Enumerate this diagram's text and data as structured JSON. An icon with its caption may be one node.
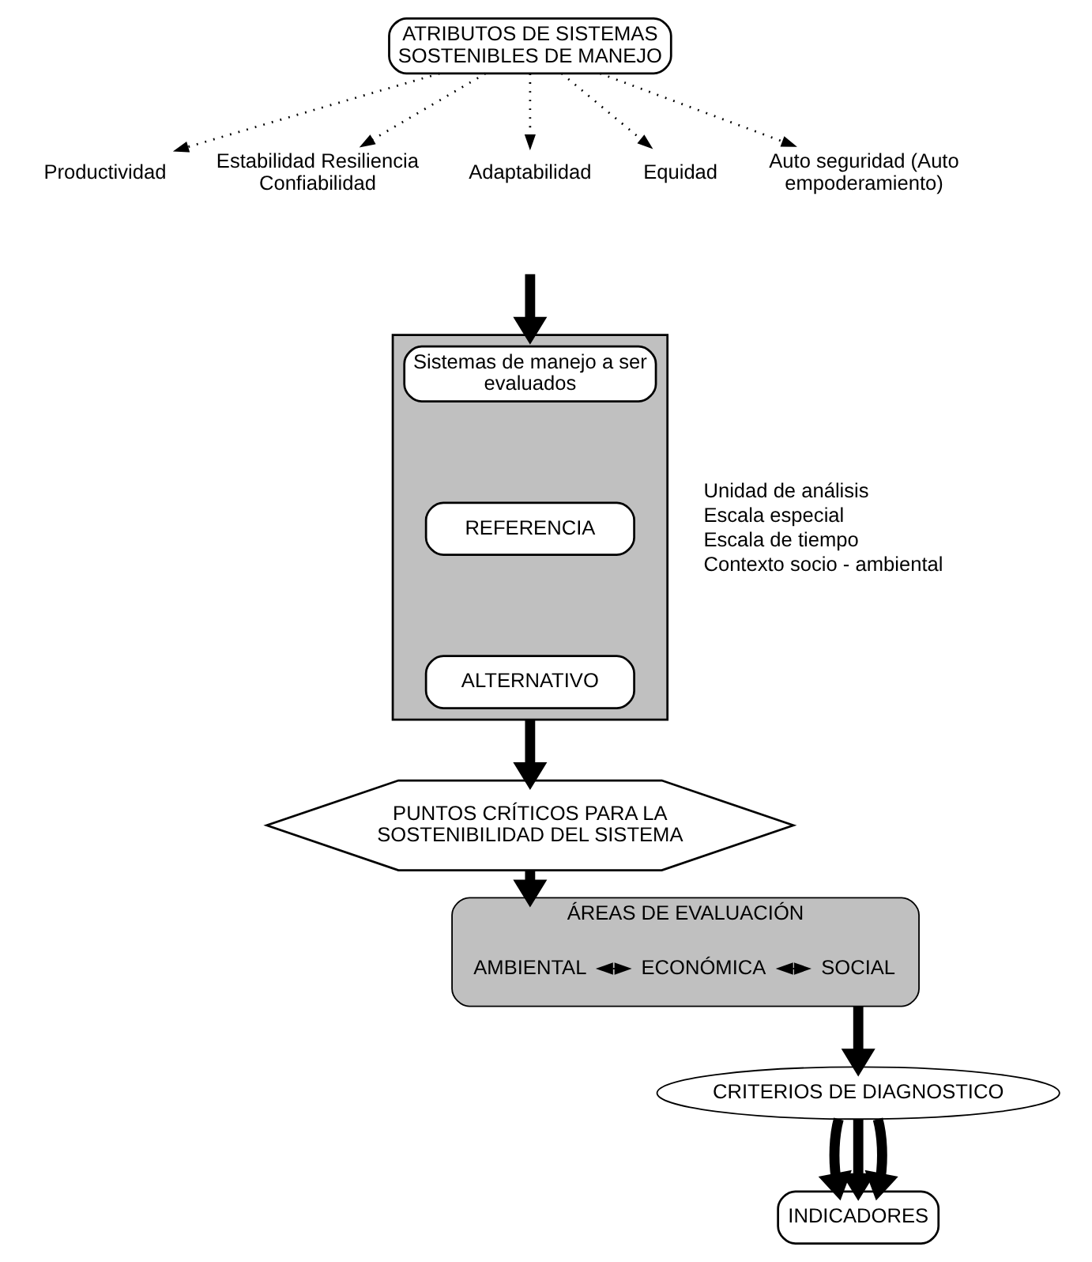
{
  "diagram": {
    "nodes": [
      {
        "text": [
          "ATRIBUTOS DE SISTEMAS SOSTENIBLES DE MANEJO"
        ]
      },
      {
        "text": [
          "Productividad"
        ]
      },
      {
        "text": [
          "Estabilidad Resiliencia Confiabilidad"
        ]
      },
      {
        "text": [
          "Adaptabilidad"
        ]
      },
      {
        "text": [
          "Equidad"
        ]
      },
      {
        "text": [
          "Auto seguridad (Auto empoderamiento)"
        ]
      },
      {
        "text": [],
        "shape": "box",
        "beside": [
          "Unidad de análisis",
          "Escala especial",
          "Escala de tiempo",
          "Contexto socio - ambiental"
        ]
      },
      {
        "text": [
          "Sistemas de manejo a ser evaluados"
        ],
        "in": 6
      },
      {
        "text": [
          "REFERENCIA"
        ],
        "in": 6
      },
      {
        "text": [
          "ALTERNATIVO"
        ],
        "in": 6
      },
      {
        "text": [
          "PUNTOS CRÍTICOS PARA LA SOSTENIBILIDAD DEL SISTEMA"
        ]
      },
      {
        "text": [
          "ÁREAS DE EVALUACIÓN"
        ]
      },
      {
        "text": [
          "AMBIENTAL"
        ],
        "in": 11
      },
      {
        "text": [
          "ECONÓMICA"
        ],
        "in": 11
      },
      {
        "text": [
          "SOCIAL"
        ],
        "in": 11
      },
      {
        "text": [
          "CRITERIOS DE DIAGNOSTICO"
        ]
      },
      {
        "text": [
          "INDICADORES"
        ]
      }
    ],
    "edges": [
      {
        "from": 0,
        "to": 1,
        "arrow": "to",
        "style": "dashed"
      },
      {
        "from": 0,
        "to": 2,
        "arrow": "to",
        "style": "dashed"
      },
      {
        "from": 0,
        "to": 3,
        "arrow": "to",
        "style": "dashed"
      },
      {
        "from": 0,
        "to": 4,
        "arrow": "to",
        "style": "dashed"
      },
      {
        "from": 0,
        "to": 5,
        "arrow": "to",
        "style": "dashed"
      },
      {
        "from": null,
        "to": 6,
        "arrow": "to",
        "style": "thick"
      },
      {
        "from": 6,
        "to": 10,
        "arrow": "to",
        "style": "thick"
      },
      {
        "from": 10,
        "to": 11,
        "arrow": "to",
        "style": "thick"
      },
      {
        "from": 12,
        "to": 13,
        "arrow": "both"
      },
      {
        "from": 13,
        "to": 14,
        "arrow": "both"
      },
      {
        "from": 11,
        "to": 15,
        "arrow": "to",
        "style": "thick"
      },
      {
        "from": 15,
        "to": 16,
        "arrow": "to",
        "style": "thick"
      },
      {
        "from": 15,
        "to": 16,
        "arrow": "to",
        "style": "thick"
      },
      {
        "from": 15,
        "to": 16,
        "arrow": "to",
        "style": "thick"
      }
    ]
  }
}
